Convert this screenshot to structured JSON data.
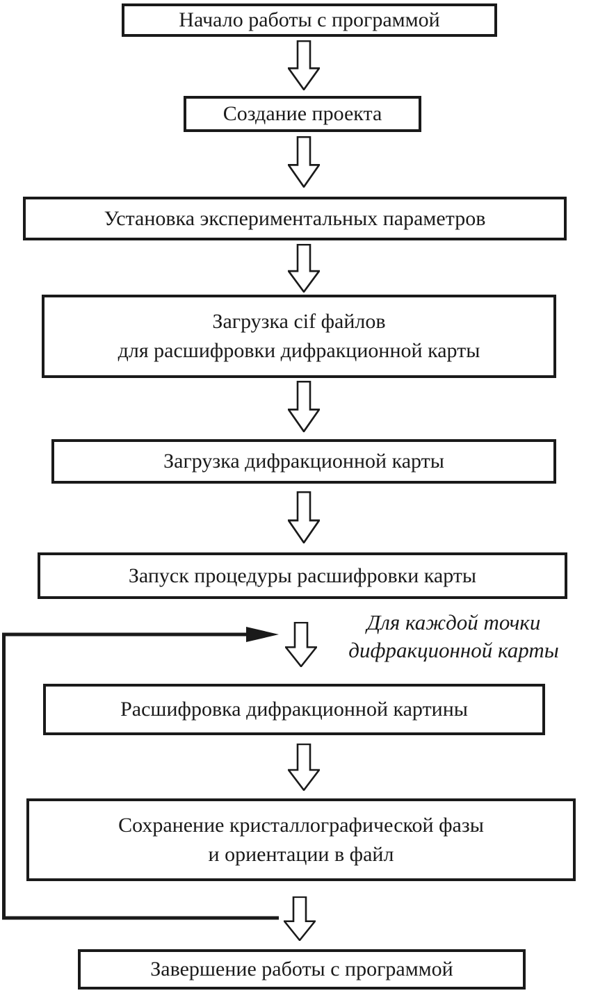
{
  "flow": {
    "boxes": {
      "start": {
        "text": "Начало работы с программой"
      },
      "create_project": {
        "text": "Создание проекта"
      },
      "set_params": {
        "text": "Установка экспериментальных параметров"
      },
      "load_cif": {
        "line1": "Загрузка cif файлов",
        "line2": "для расшифровки дифракционной карты"
      },
      "load_map": {
        "text": "Загрузка дифракционной карты"
      },
      "run_decode": {
        "text": "Запуск процедуры расшифровки карты"
      },
      "decode_pattern": {
        "text": "Расшифровка дифракционной картины"
      },
      "save_phase": {
        "line1": "Сохранение кристаллографической фазы",
        "line2": "и ориентации в файл"
      },
      "finish": {
        "text": "Завершение работы с программой"
      }
    },
    "loop_annotation": {
      "line1": "Для каждой точки",
      "line2": "дифракционной карты"
    },
    "colors": {
      "ink": "#1a1a1a",
      "background": "#ffffff"
    }
  }
}
